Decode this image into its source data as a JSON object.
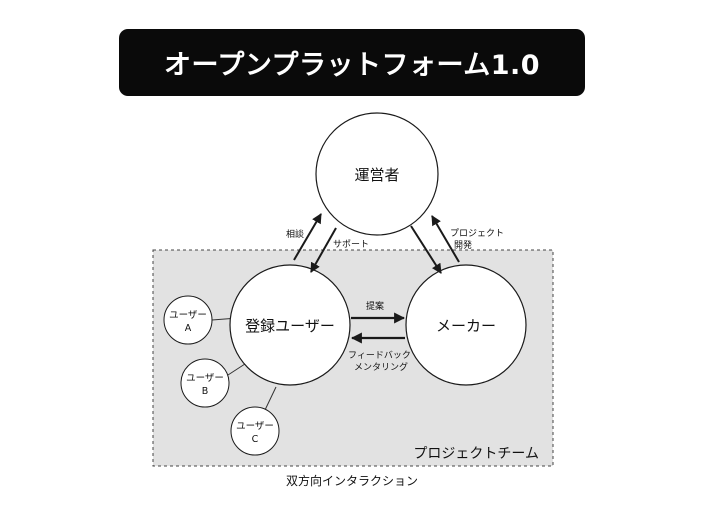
{
  "title": "オープンプラットフォーム1.0",
  "caption": "双方向インタラクション",
  "team_label": "プロジェクトチーム",
  "nodes": {
    "operator": "運営者",
    "registered_users": "登録ユーザー",
    "maker": "メーカー",
    "user_a": [
      "ユーザー",
      "A"
    ],
    "user_b": [
      "ユーザー",
      "B"
    ],
    "user_c": [
      "ユーザー",
      "C"
    ]
  },
  "arrows": {
    "consult": "相談",
    "support": "サポート",
    "project_dev": [
      "プロジェクト",
      "開発"
    ],
    "proposal": "提案",
    "feedback": [
      "フィードバック",
      "メンタリング"
    ]
  },
  "colors": {
    "title_bg": "#0a0a0a",
    "team_bg": "#e2e2e2",
    "stroke": "#1a1a1a"
  }
}
